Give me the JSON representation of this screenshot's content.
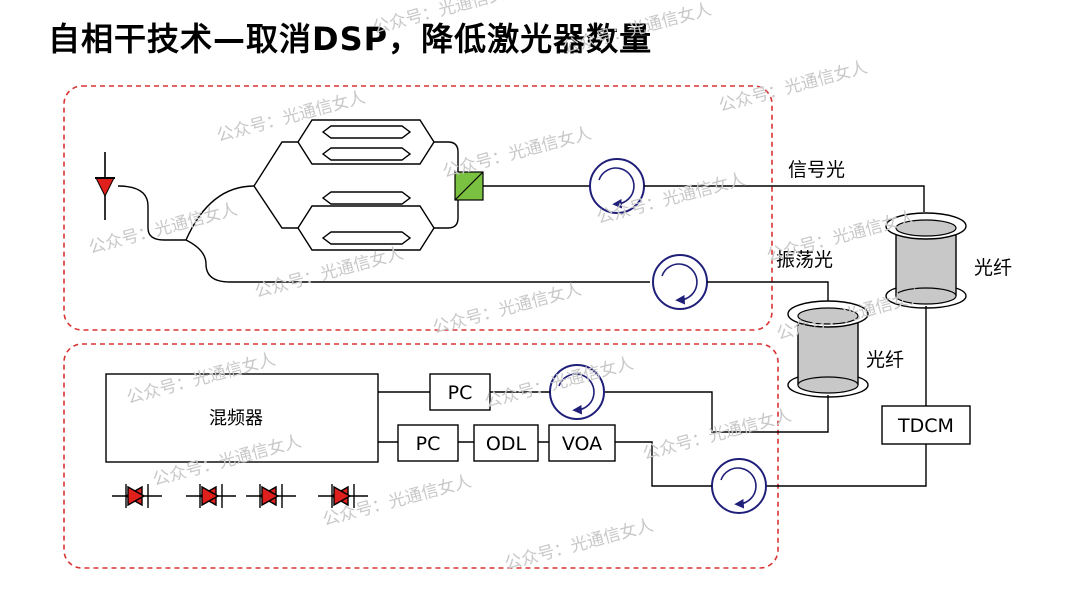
{
  "title": "自相干技术—取消DSP，降低激光器数量",
  "watermark": "公众号：光通信女人",
  "labels": {
    "signal": "信号光",
    "lo": "振荡光",
    "fiber1": "光纤",
    "fiber2": "光纤",
    "mixer": "混频器",
    "pc1": "PC",
    "pc2": "PC",
    "odl": "ODL",
    "voa": "VOA",
    "tdcm": "TDCM"
  },
  "colors": {
    "dashed_border": "#d93434",
    "laser": "#e0201c",
    "pbs": "#7ac142",
    "circulator": "#1f1f7a",
    "spool_fill": "#c8c8c8",
    "watermark": "#c8c8c8"
  }
}
